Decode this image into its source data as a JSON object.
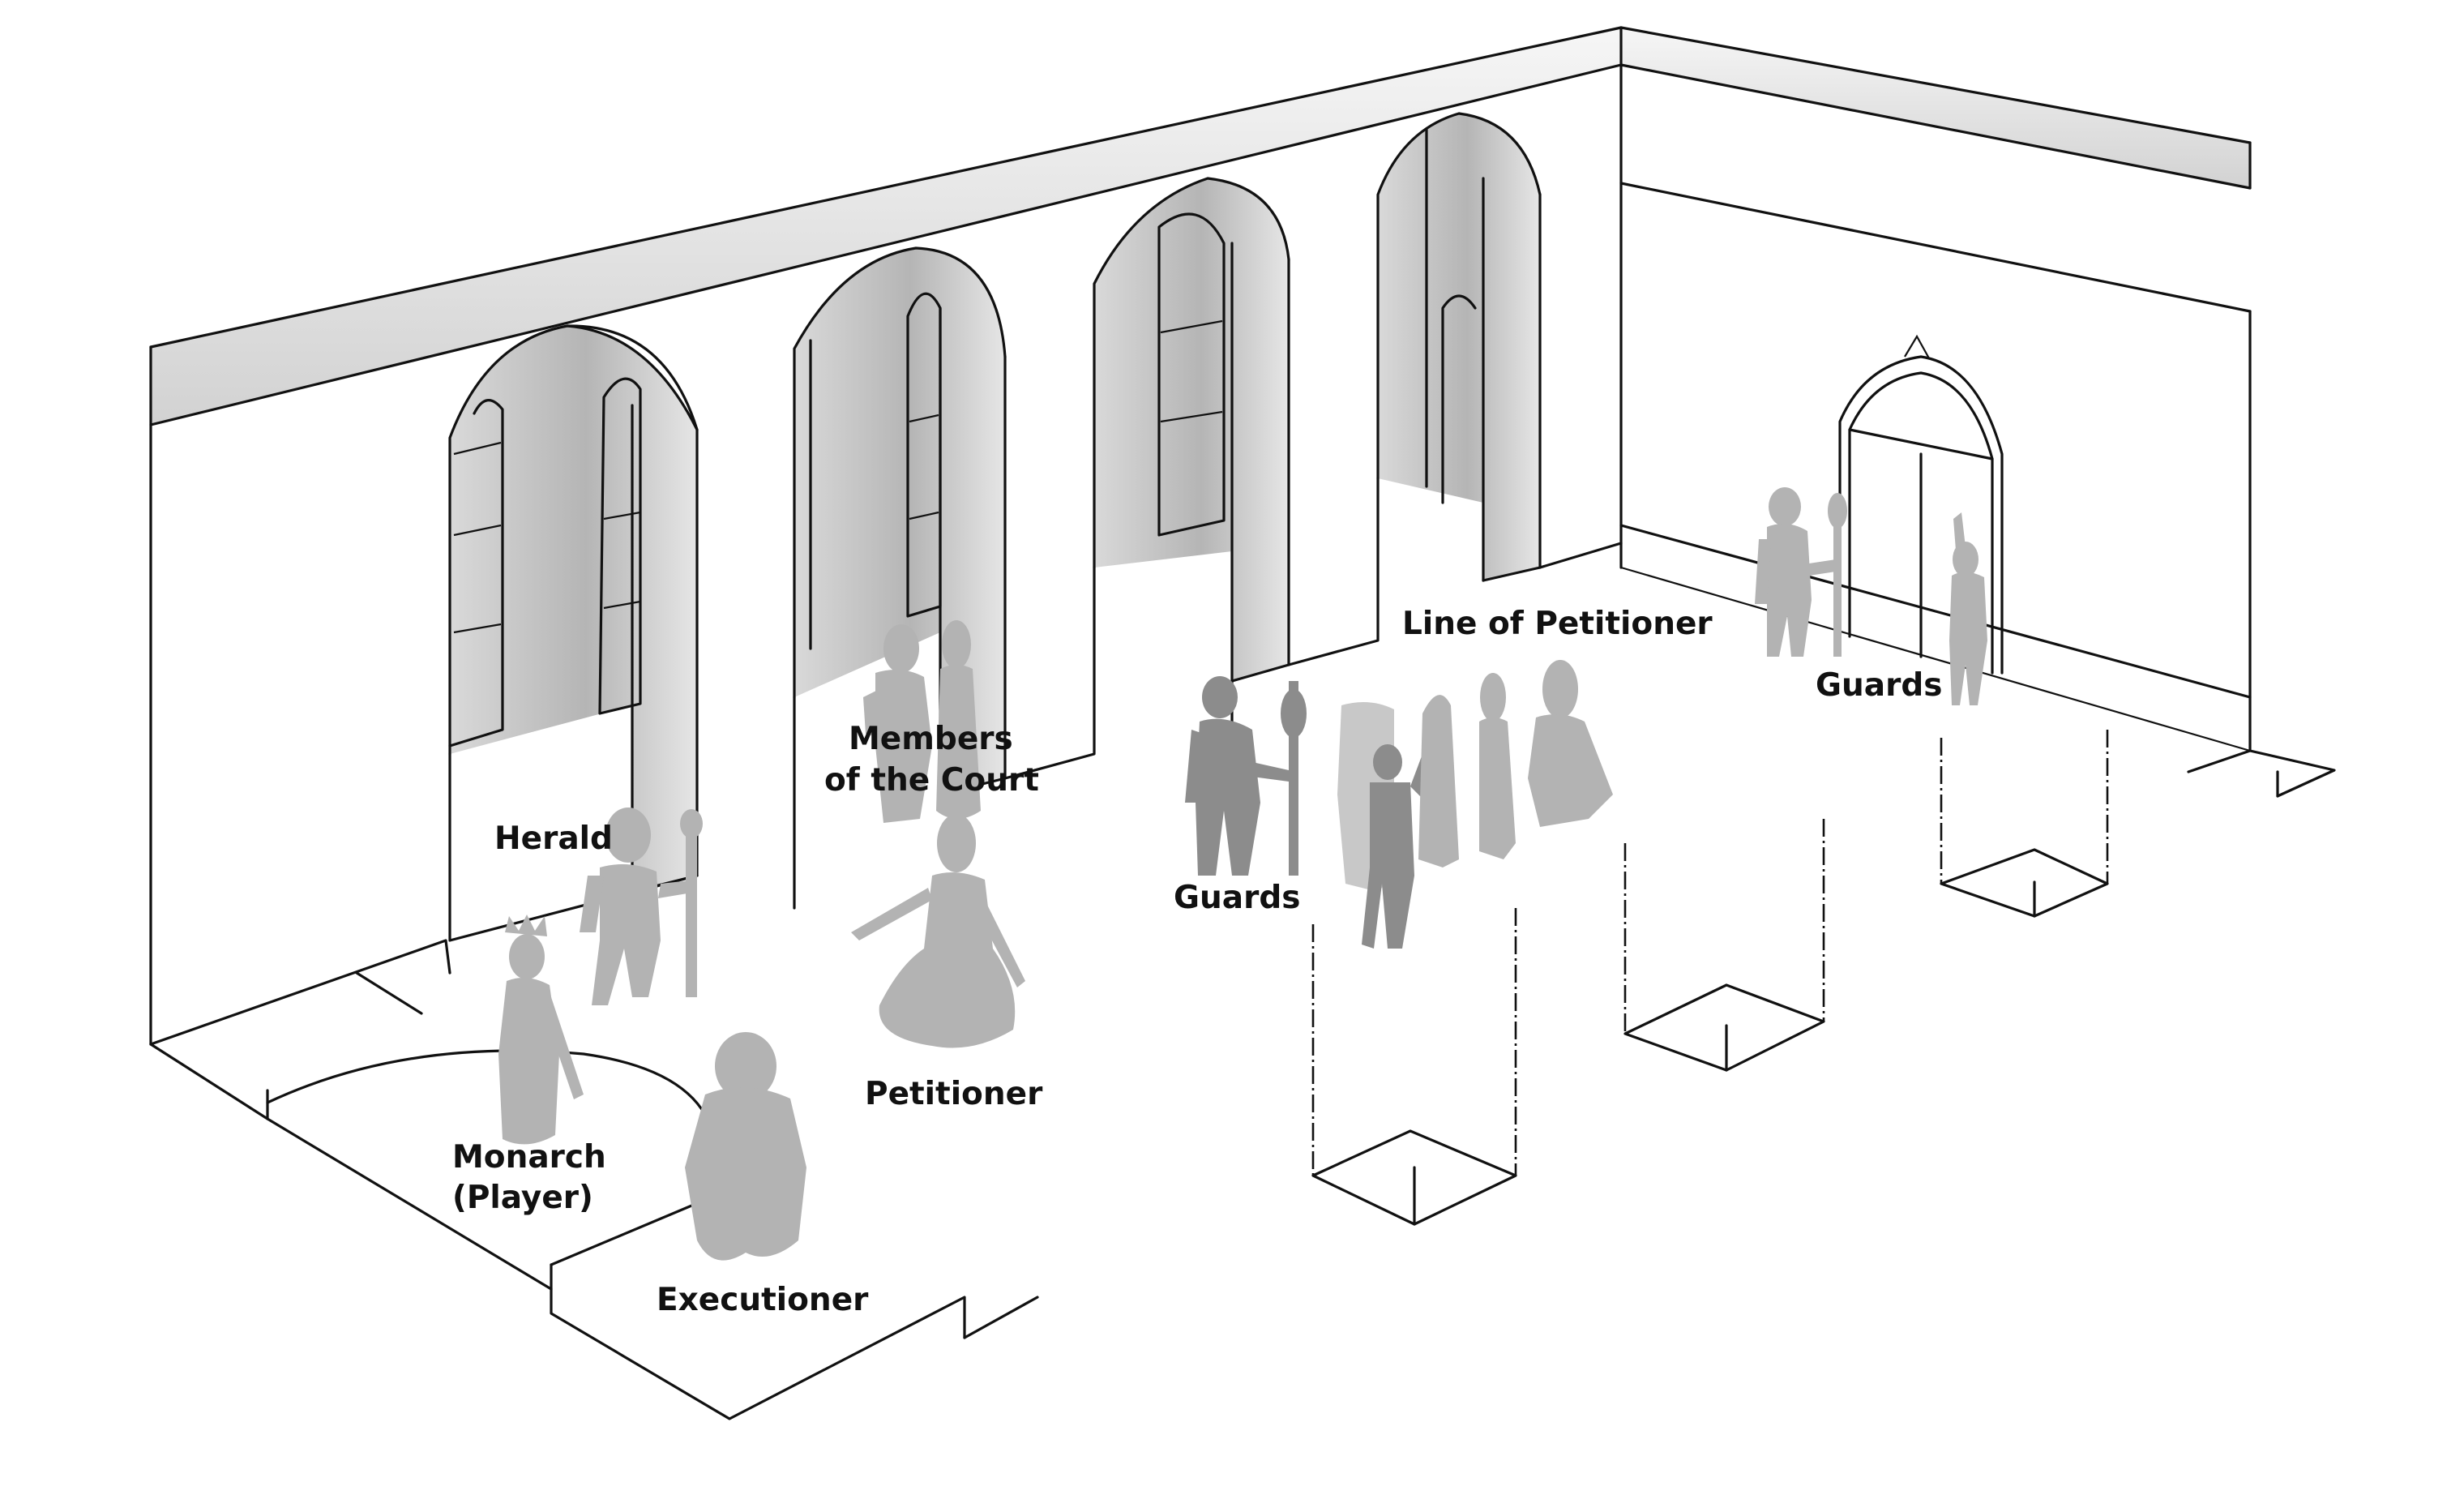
{
  "labels": {
    "members_court_1": "Members",
    "members_court_2": "of the Court",
    "herald": "Herald",
    "guards_center": "Guards",
    "line_petitioner": "Line of Petitioner",
    "guards_door": "Guards",
    "petitioner": "Petitioner",
    "monarch_1": "Monarch",
    "monarch_2": "(Player)",
    "executioner": "Executioner"
  },
  "colors": {
    "line": "#111111",
    "figure": "#b3b3b3",
    "figure_dark": "#8c8c8c",
    "wall_shade": "#d6d6d6"
  }
}
